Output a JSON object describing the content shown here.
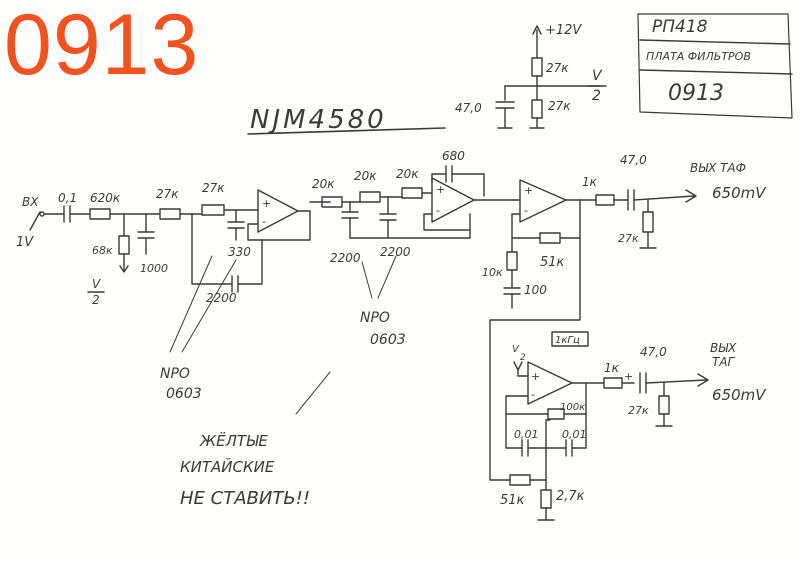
{
  "stamp": {
    "number": "0913",
    "color": "#f2521f"
  },
  "chip_title": "NJM4580",
  "title_block": {
    "code": "РП418",
    "name": "ПЛАТА ФИЛЬТРОВ",
    "number": "0913"
  },
  "supply": {
    "rail": "+12V",
    "r_top": "27к",
    "r_bottom": "27к",
    "cap": "47,0",
    "half_label": "V",
    "half_den": "2"
  },
  "input": {
    "label": "ВХ",
    "level": "1V",
    "cap": "0,1",
    "r_series": "620к",
    "r_bias": "68к",
    "bias_v": "V",
    "bias_den": "2",
    "cap_shunt": "1000"
  },
  "stage1": {
    "r1": "27к",
    "r2": "27к",
    "c1": "330",
    "c2": "2200"
  },
  "stage2": {
    "r1": "20к",
    "r2": "20к",
    "r3": "20к",
    "c_fb": "680",
    "c1": "2200",
    "c2": "2200"
  },
  "stage3": {
    "r_in": "10к",
    "cap": "100",
    "r_fb": "51к"
  },
  "out_lpf": {
    "r": "1к",
    "cap": "47,0",
    "r_load": "27к",
    "label": "ВЫХ ТАФ",
    "level": "650mV"
  },
  "oscillator": {
    "freq": "1кГц",
    "vref": "V",
    "vref_den": "2",
    "r_fb": "100к",
    "c1": "0,01",
    "c2": "0,01",
    "r1": "51к",
    "r2": "2,7к"
  },
  "out_tg": {
    "r": "1к",
    "cap": "47,0",
    "r_load": "27к",
    "label": "ВЫХ",
    "label2": "ТАГ",
    "level": "650mV"
  },
  "notes": {
    "npo1": "NPO",
    "npo1b": "0603",
    "npo2": "NPO",
    "npo2b": "0603",
    "warn1": "ЖЁЛТЫЕ",
    "warn2": "КИТАЙСКИЕ",
    "warn3": "НЕ СТАВИТЬ!!"
  }
}
